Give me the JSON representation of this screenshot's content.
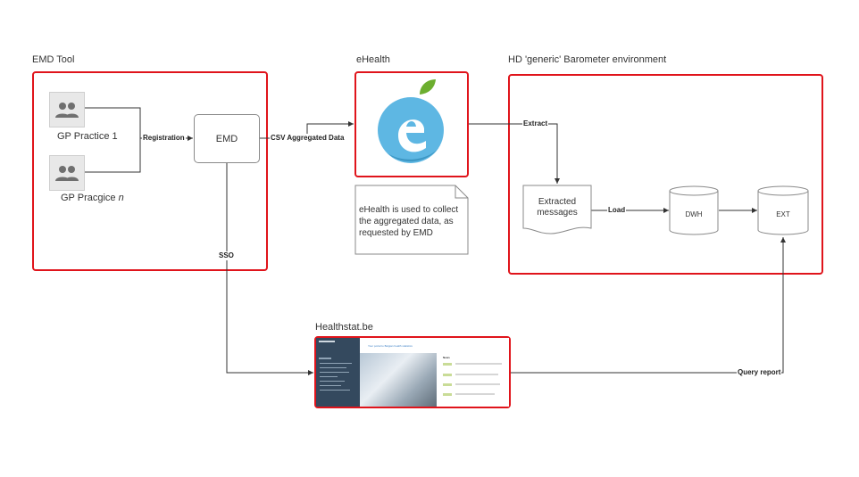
{
  "groups": {
    "emd_tool": "EMD Tool",
    "ehealth": "eHealth",
    "hd_env": "HD 'generic' Barometer environment",
    "healthstat": "Healthstat.be"
  },
  "nodes": {
    "gp1": "GP Practice 1",
    "gpn_prefix": "GP Pracgice ",
    "gpn_italic": "n",
    "emd": "EMD",
    "extracted_line1": "Extracted",
    "extracted_line2": "messages",
    "dwh": "DWH",
    "ext": "EXT"
  },
  "edges": {
    "registration": "Registration",
    "csv": "CSV Aggregated Data",
    "extract": "Extract",
    "load": "Load",
    "sso": "SSO",
    "query": "Query report"
  },
  "note": {
    "line1": "eHealth is used to collect",
    "line2": "the aggregated data, as",
    "line3": "requested by EMD"
  },
  "thumbnail": {
    "headline": "Your portal to Belgian health statistics",
    "section": "News"
  },
  "colors": {
    "group_border": "#e0141b",
    "ehealth_blue": "#5eb7e3",
    "ehealth_leaf": "#6cae2f",
    "thumb_sidebar": "#34495e"
  },
  "icons": [
    "users-icon",
    "ehealth-logo",
    "arrow-icon"
  ]
}
